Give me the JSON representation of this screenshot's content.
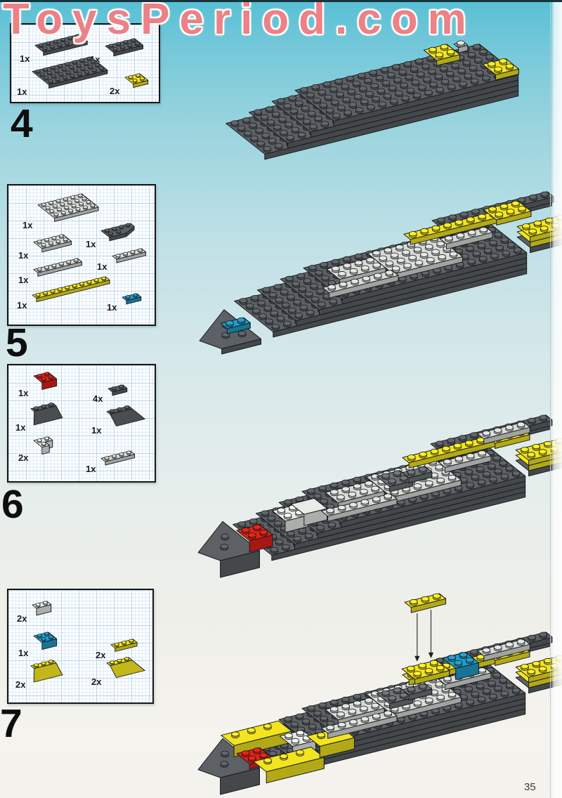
{
  "watermark": {
    "text": "ToysPeriod.com"
  },
  "page": {
    "number": "35"
  },
  "palette": {
    "dark_gray": "#5d6165",
    "mid_gray": "#6e7276",
    "light_gray": "#d9dcd9",
    "white": "#e9ebe7",
    "yellow": "#f2e41f",
    "red": "#e32117",
    "blue": "#1f9dcb",
    "box_grid": "#bcd6e9",
    "background_top": "#58bfd4",
    "background_bottom": "#f4f2ec",
    "watermark_color": "#eb7a80"
  },
  "steps": [
    {
      "number": "4",
      "parts": [
        {
          "qty": "1x",
          "icon": "plate-6x2-dark_gray"
        },
        {
          "qty": "1x",
          "icon": "plate-4x2-dark_gray"
        },
        {
          "qty": "1x",
          "icon": "plate-8x4-dark_gray"
        },
        {
          "qty": "2x",
          "icon": "plate-2x2-yellow"
        }
      ]
    },
    {
      "number": "5",
      "parts": [
        {
          "qty": "1x",
          "icon": "plate-6x4-light_gray"
        },
        {
          "qty": "1x",
          "icon": "cornerplate-4x2-dark_gray"
        },
        {
          "qty": "1x",
          "icon": "plate-4x2-light_gray"
        },
        {
          "qty": "1x",
          "icon": "plate-4x1-light_gray"
        },
        {
          "qty": "1x",
          "icon": "plate-6x1-light_gray"
        },
        {
          "qty": "1x",
          "icon": "plate-10x1-yellow"
        },
        {
          "qty": "1x",
          "icon": "plate-2x1-blue"
        }
      ]
    },
    {
      "number": "6",
      "parts": [
        {
          "qty": "1x",
          "icon": "brick-2x2-red"
        },
        {
          "qty": "4x",
          "icon": "plate-2x1-dark_gray"
        },
        {
          "qty": "1x",
          "icon": "wedgeL-3x2-dark_gray"
        },
        {
          "qty": "1x",
          "icon": "wedgeR-3x2-dark_gray"
        },
        {
          "qty": "2x",
          "icon": "cornerbrick-2x2-white"
        },
        {
          "qty": "1x",
          "icon": "plate-4x1-light_gray"
        }
      ]
    },
    {
      "number": "7",
      "parts": [
        {
          "qty": "2x",
          "icon": "brick-2x1-white"
        },
        {
          "qty": "1x",
          "icon": "brick-2x2-blue"
        },
        {
          "qty": "2x",
          "icon": "plate-3x1-yellow"
        },
        {
          "qty": "2x",
          "icon": "wedgeL-3x2-yellow"
        },
        {
          "qty": "2x",
          "icon": "wedgeR-3x2-yellow"
        }
      ]
    }
  ]
}
